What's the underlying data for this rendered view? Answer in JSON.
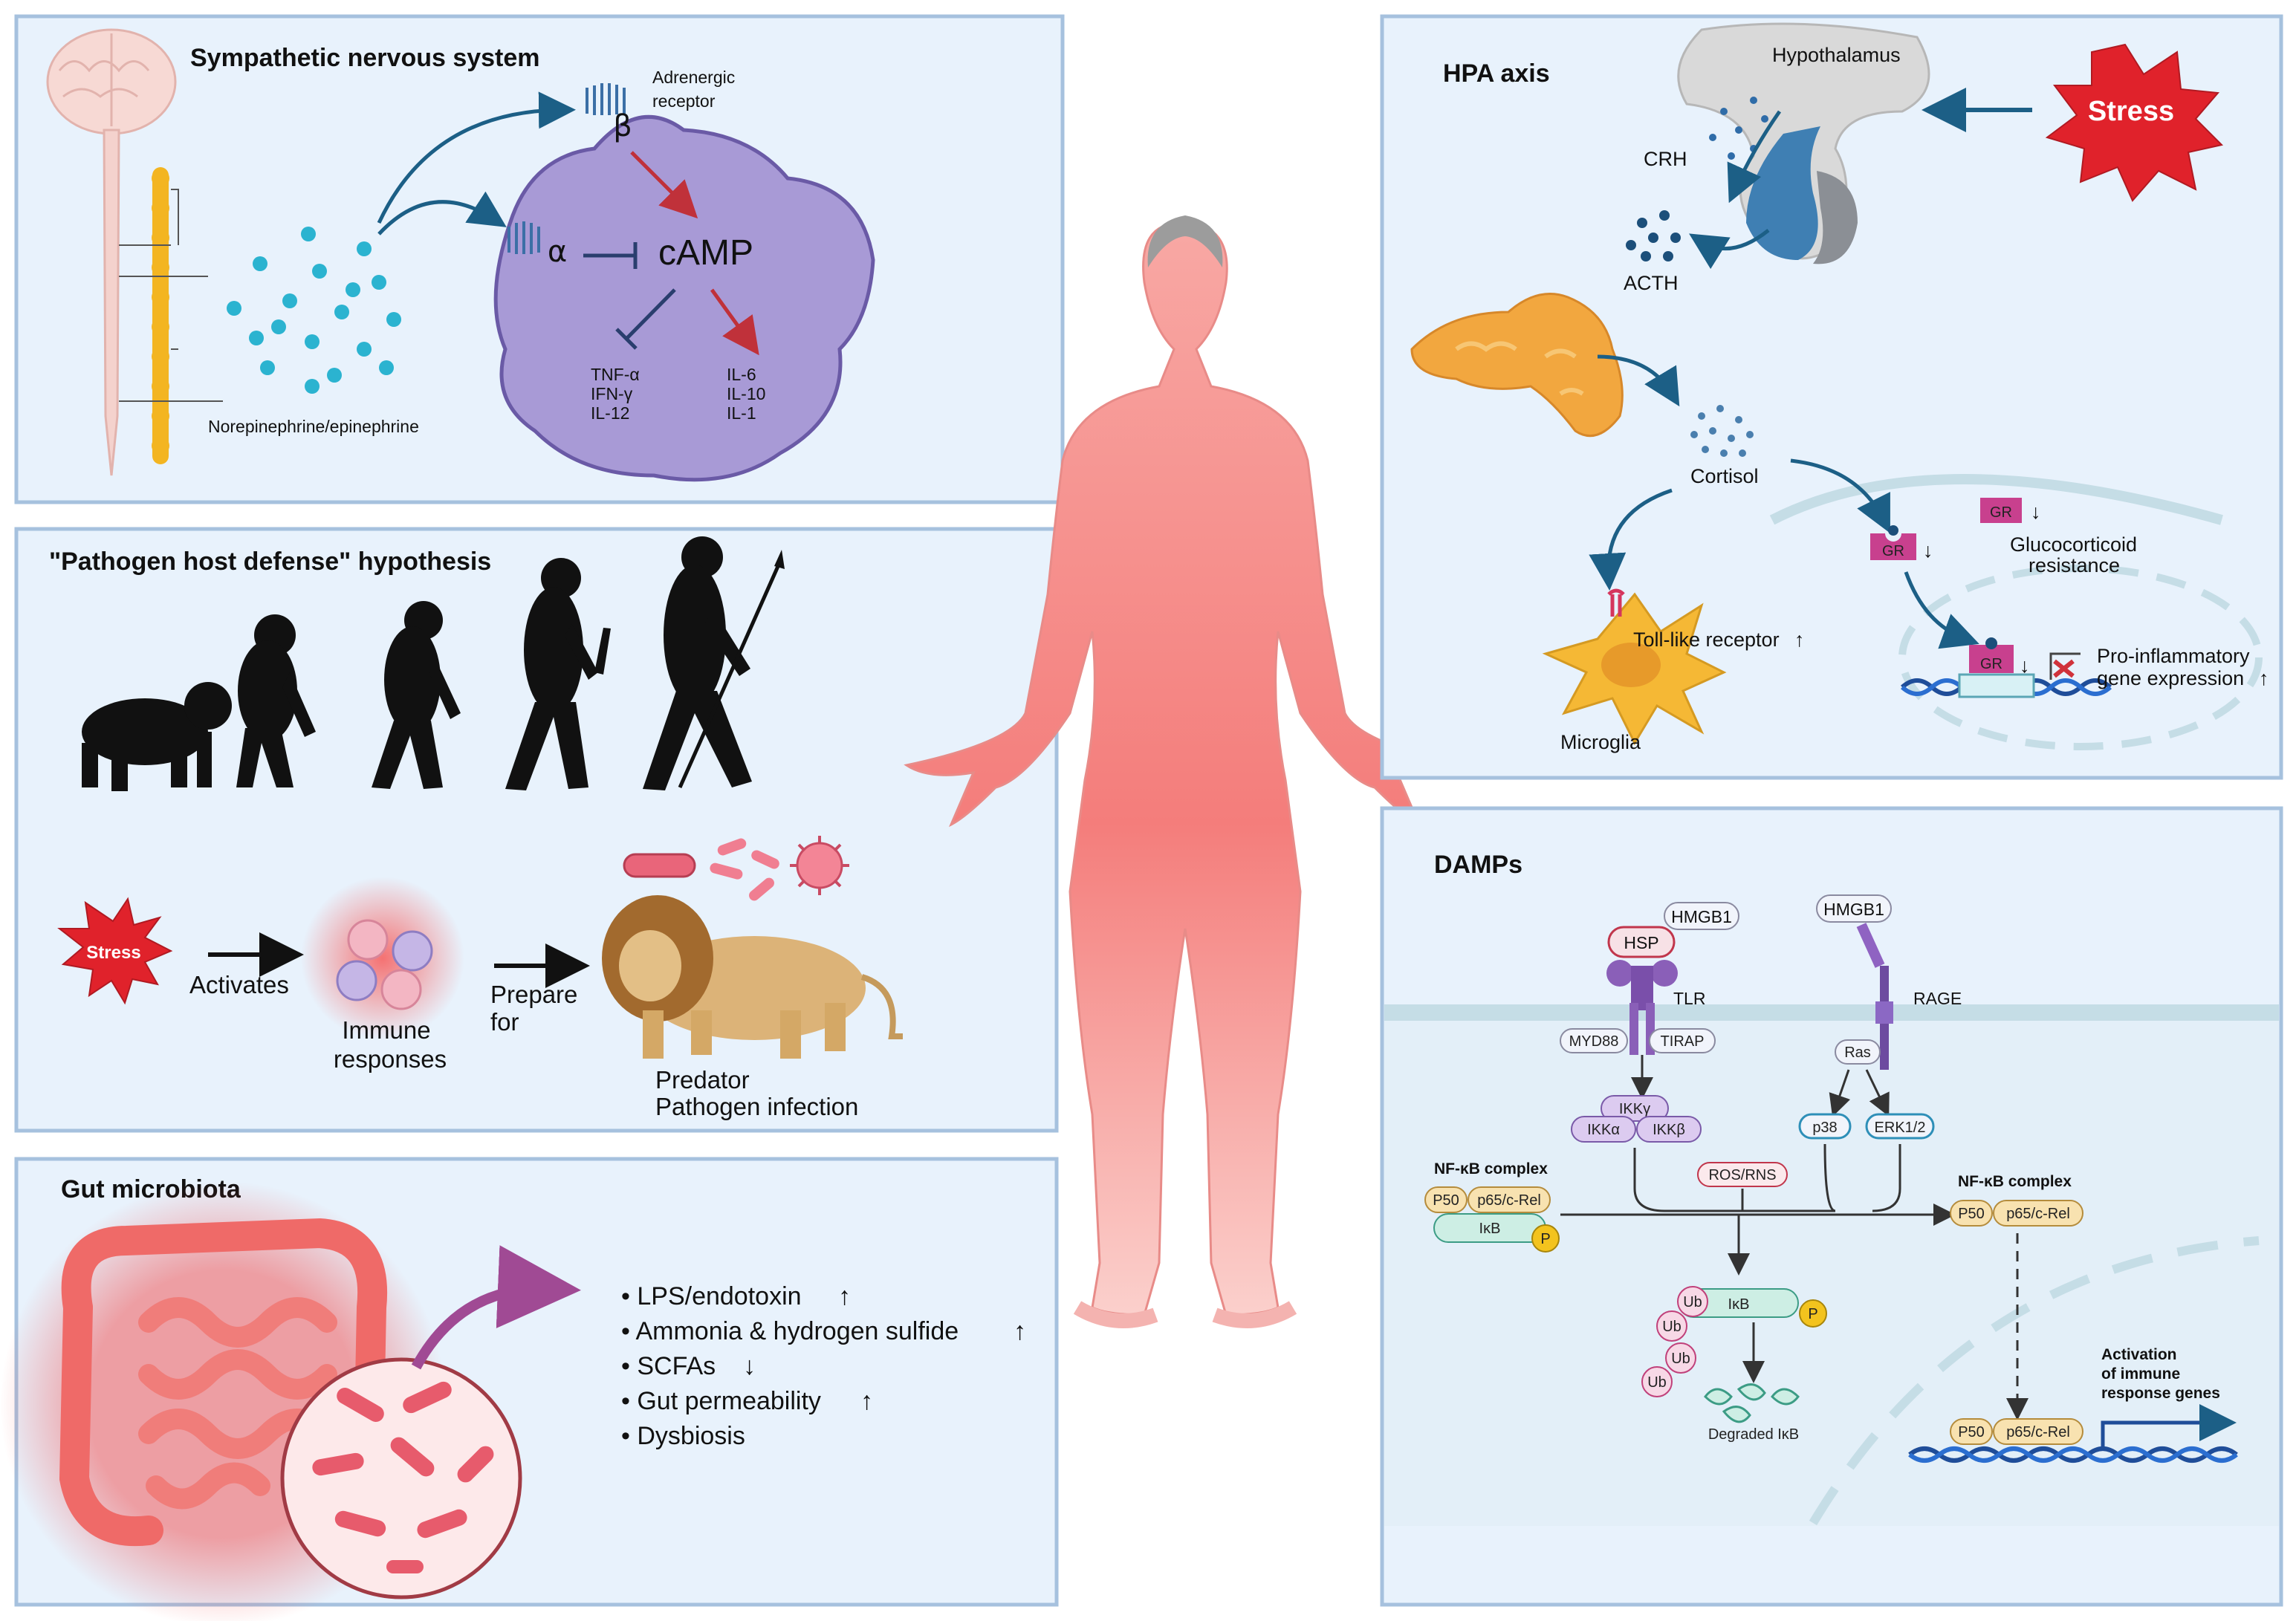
{
  "panels": {
    "sns": {
      "title": "Sympathetic nervous system",
      "adrenergic_receptor": "Adrenergic receptor",
      "adrenergic_line1": "Adrenergic",
      "adrenergic_line2": "receptor",
      "beta": "β",
      "alpha": "α",
      "camp": "cAMP",
      "inhibited": [
        "TNF-α",
        "IFN-γ",
        "IL-12"
      ],
      "promoted": [
        "IL-6",
        "IL-10",
        "IL-1"
      ],
      "transmitter": "Norepinephrine/epinephrine"
    },
    "pathogen": {
      "title": "\"Pathogen host defense\" hypothesis",
      "stress": "Stress",
      "activates": "Activates",
      "immune_line1": "Immune",
      "immune_line2": "responses",
      "prepare_line1": "Prepare",
      "prepare_line2": "for",
      "predator": "Predator",
      "pathogen_infection": "Pathogen infection"
    },
    "gut": {
      "title": "Gut microbiota",
      "items": [
        {
          "text": "LPS/endotoxin",
          "arrow": "↑"
        },
        {
          "text": "Ammonia & hydrogen sulfide",
          "arrow": "↑"
        },
        {
          "text": "SCFAs",
          "arrow": "↓"
        },
        {
          "text": "Gut permeability",
          "arrow": "↑"
        },
        {
          "text": "Dysbiosis",
          "arrow": ""
        }
      ]
    },
    "hpa": {
      "title": "HPA axis",
      "hypothalamus": "Hypothalamus",
      "stress": "Stress",
      "crh": "CRH",
      "acth": "ACTH",
      "cortisol": "Cortisol",
      "gr": "GR",
      "gr_down": "↓",
      "gc_line1": "Glucocorticoid",
      "gc_line2": "resistance",
      "tlr": "Toll-like receptor",
      "up": "↑",
      "microglia": "Microglia",
      "pro_line1": "Pro-inflammatory",
      "pro_line2": "gene expression"
    },
    "damps": {
      "title": "DAMPs",
      "hmgb1": "HMGB1",
      "hsp": "HSP",
      "tlr": "TLR",
      "rage": "RAGE",
      "myd88": "MYD88",
      "tirap": "TIRAP",
      "ras": "Ras",
      "ikkg": "IKKγ",
      "ikka": "IKKα",
      "ikkb": "IKKβ",
      "p38": "p38",
      "erk": "ERK1/2",
      "ros": "ROS/RNS",
      "nfkb_complex": "NF-κB complex",
      "p50": "P50",
      "p65": "p65/c-Rel",
      "ikb": "IκB",
      "p": "P",
      "ub": "Ub",
      "degraded": "Degraded IκB",
      "act_line1": "Activation",
      "act_line2": "of immune",
      "act_line3": "response genes"
    }
  },
  "colors": {
    "panel_fill": "#e8f2fc",
    "panel_stroke": "#a6c1de",
    "arrow_blue": "#1c5f86",
    "arrow_red": "#c0313a",
    "cell_purple": "#a89ad6",
    "stress_red": "#e0222b",
    "body_pink": "#f6a0a0",
    "membrane": "#c5dde6"
  },
  "icons": [
    "brain-icon",
    "spinal-cord-icon",
    "sympathetic-chain-icon",
    "receptor-icon",
    "primate-silhouette-icon",
    "lion-icon",
    "bacteria-icon",
    "virus-icon",
    "intestine-icon",
    "adrenal-gland-icon",
    "pituitary-icon",
    "microglia-icon",
    "dna-icon",
    "human-body-icon"
  ]
}
